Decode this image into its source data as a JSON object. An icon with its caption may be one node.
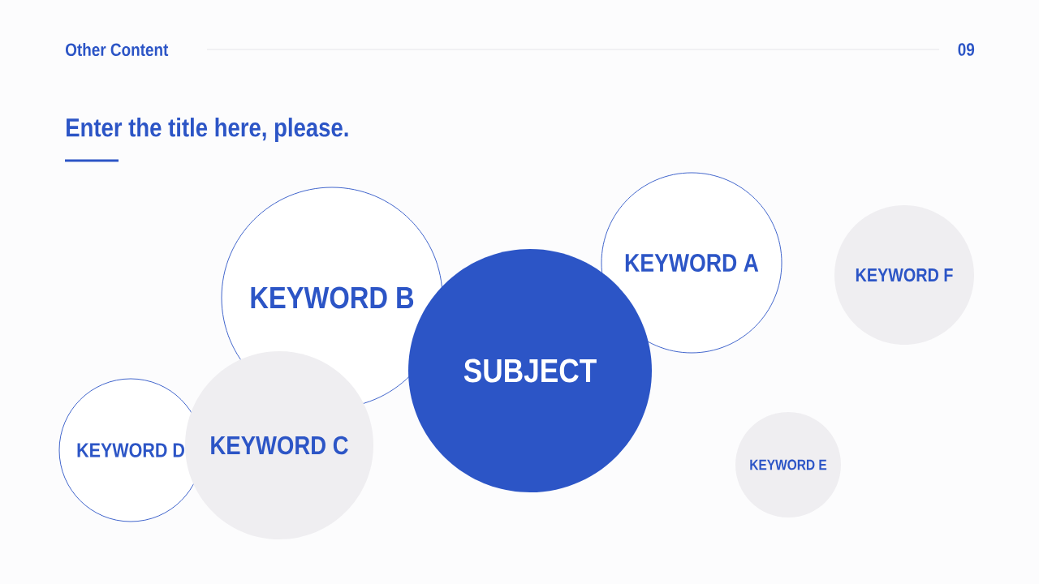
{
  "diagram": {
    "title": "Enter the title here, please.",
    "nodes": [
      {
        "text": [
          "SUBJECT"
        ]
      },
      {
        "text": [
          "KEYWORD A"
        ]
      },
      {
        "text": [
          "KEYWORD B"
        ]
      },
      {
        "text": [
          "KEYWORD C"
        ]
      },
      {
        "text": [
          "KEYWORD D"
        ]
      },
      {
        "text": [
          "KEYWORD E"
        ]
      },
      {
        "text": [
          "KEYWORD F"
        ]
      }
    ],
    "labels": [
      "Other Content",
      "09"
    ]
  }
}
